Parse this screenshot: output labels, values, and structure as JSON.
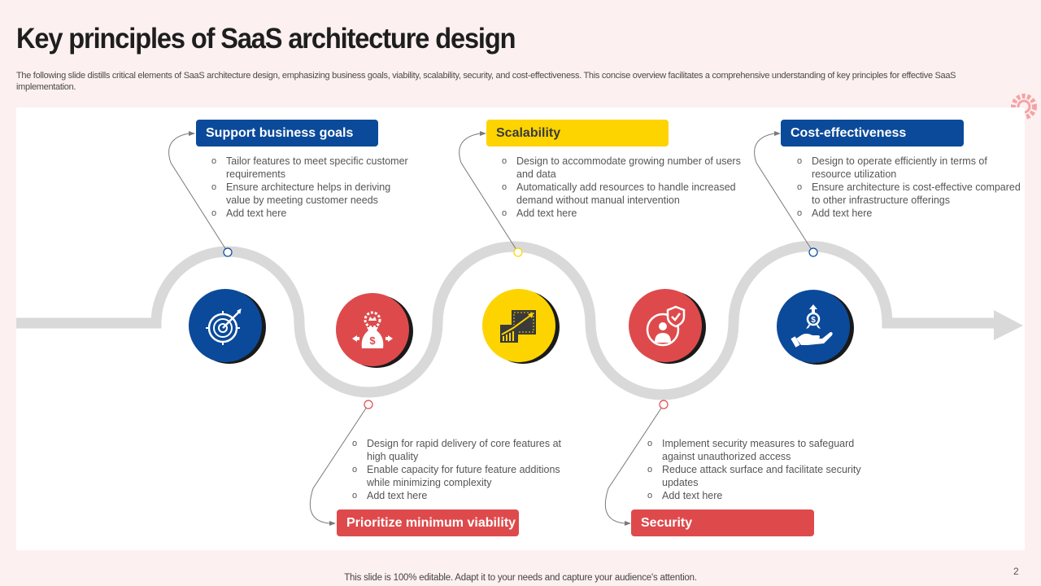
{
  "slide": {
    "title": "Key principles of SaaS architecture design",
    "subtitle": "The following slide distills critical elements of SaaS architecture design, emphasizing business goals, viability, scalability, security, and cost-effectiveness. This concise overview facilitates a comprehensive understanding of key principles for effective SaaS implementation.",
    "footer": "This slide is 100% editable. Adapt it to your needs and capture your audience's attention.",
    "page_number": "2"
  },
  "colors": {
    "blue": "#0b4a9a",
    "yellow": "#fdd400",
    "red": "#de4a4c",
    "track": "#d9d9d9",
    "background": "#fdf0f0"
  },
  "steps": [
    {
      "label": "Support business goals",
      "color": "blue",
      "position": "top",
      "icon": "target-arrow-icon",
      "bullets": [
        "Tailor features to meet specific customer requirements",
        "Ensure architecture helps in deriving value  by meeting customer needs",
        "Add text here"
      ]
    },
    {
      "label": "Prioritize minimum viability",
      "color": "red",
      "position": "bottom",
      "icon": "money-bag-gear-icon",
      "bullets": [
        "Design for rapid delivery  of core features at high quality",
        "Enable capacity for future feature additions while minimizing complexity",
        "Add text here"
      ]
    },
    {
      "label": "Scalability",
      "color": "yellow",
      "position": "top",
      "icon": "scale-up-growth-icon",
      "bullets": [
        "Design to accommodate growing number of users and data",
        "Automatically add resources to handle increased demand without manual intervention",
        "Add text here"
      ]
    },
    {
      "label": "Security",
      "color": "red",
      "position": "bottom",
      "icon": "user-shield-icon",
      "bullets": [
        "Implement security measures to safeguard against unauthorized access",
        "Reduce attack surface and facilitate security updates",
        "Add text here"
      ]
    },
    {
      "label": "Cost-effectiveness",
      "color": "blue",
      "position": "top",
      "icon": "hand-money-growth-icon",
      "bullets": [
        "Design to operate efficiently in terms of resource utilization",
        "Ensure architecture is cost-effective compared to other infrastructure offerings",
        "Add text here"
      ]
    }
  ]
}
